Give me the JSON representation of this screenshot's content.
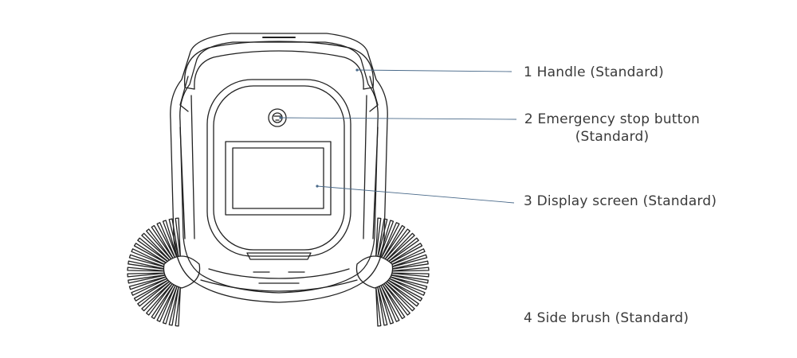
{
  "labels": {
    "handle": "1 Handle (Standard)",
    "estop_line1": "2 Emergency stop button",
    "estop_line2": "(Standard)",
    "display": "3 Display screen (Standard)",
    "side_brush": "4 Side brush (Standard)"
  },
  "colors": {
    "outline": "#222222",
    "leader": "#4a6a8a",
    "text": "#3a3a3a"
  }
}
